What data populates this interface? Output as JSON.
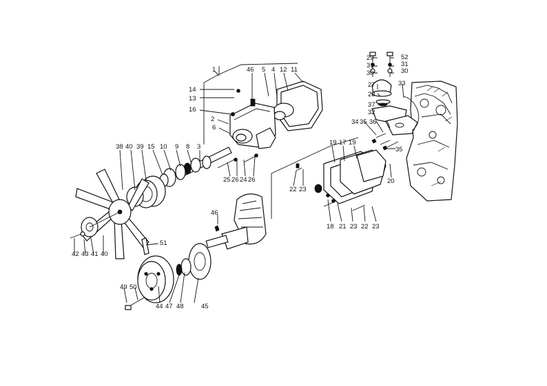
{
  "diagram": {
    "callouts": [
      "1",
      "2",
      "3",
      "4",
      "5",
      "6",
      "8",
      "9",
      "10",
      "11",
      "12",
      "13",
      "14",
      "15",
      "16",
      "17",
      "18",
      "19",
      "19",
      "20",
      "21",
      "22",
      "22",
      "23",
      "23",
      "23",
      "24",
      "25",
      "26",
      "26",
      "27",
      "28",
      "29",
      "30",
      "30",
      "31",
      "31",
      "32",
      "33",
      "34",
      "35",
      "35",
      "36",
      "37",
      "38",
      "39",
      "40",
      "40",
      "41",
      "42",
      "43",
      "44",
      "45",
      "46",
      "46",
      "47",
      "48",
      "49",
      "50",
      "51",
      "52"
    ]
  }
}
